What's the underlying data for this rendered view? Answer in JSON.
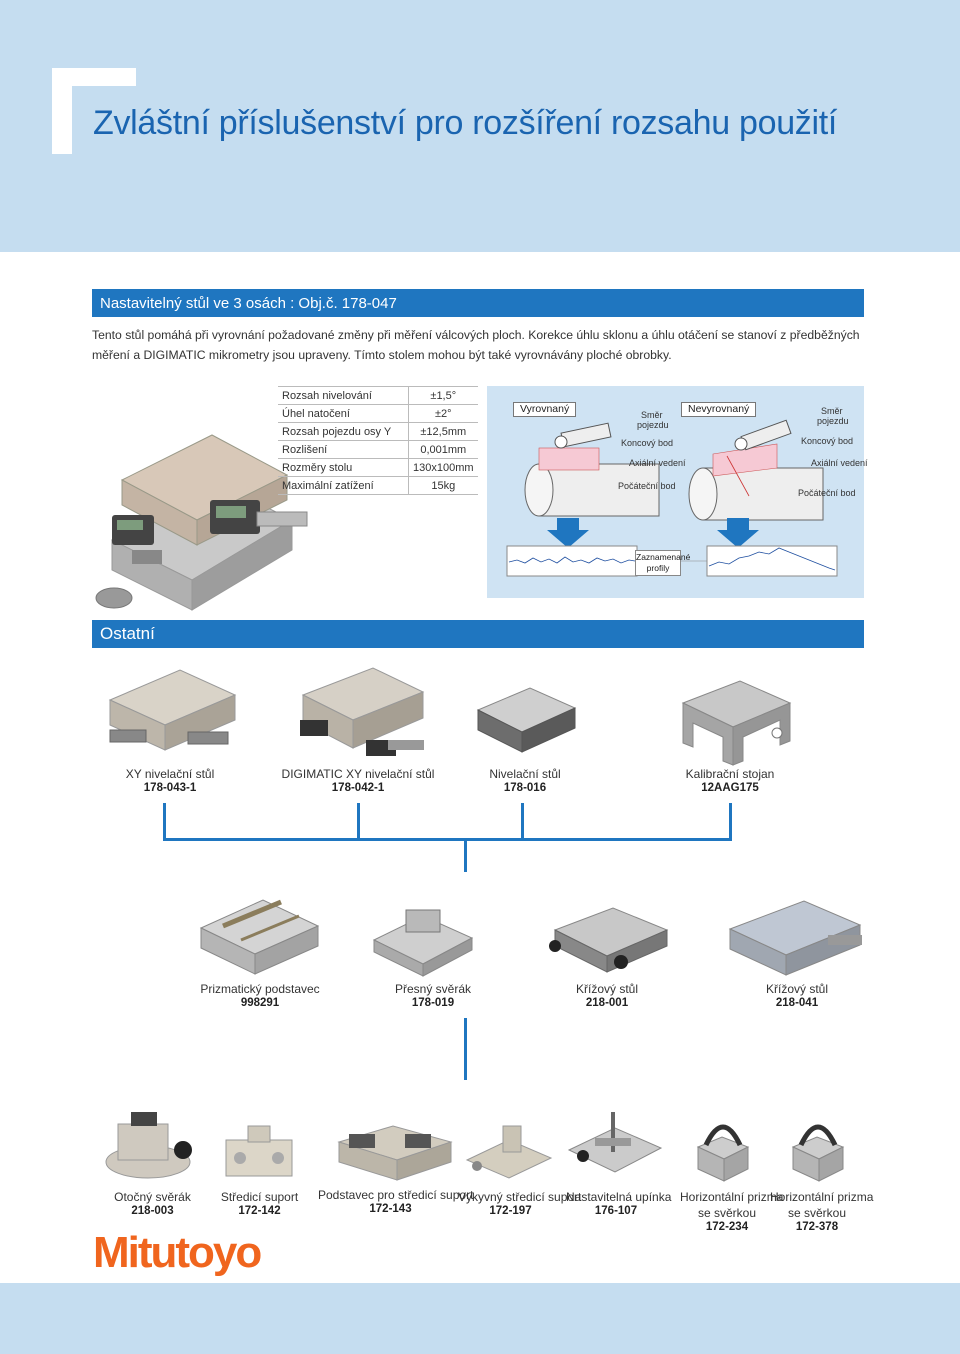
{
  "header": {
    "title": "Zvláštní příslušenství pro rozšíření rozsahu použití"
  },
  "section1": {
    "title": "Nastavitelný stůl ve 3 osách : Obj.č. 178-047",
    "intro": "Tento stůl pomáhá při vyrovnání požadované změny při měření válcových ploch. Korekce úhlu sklonu a úhlu otáčení se stanoví z předběžných měření a DIGIMATIC mikrometry jsou upraveny. Tímto stolem mohou být také vyrovnávány ploché obrobky.",
    "specs": [
      {
        "label": "Rozsah nivelování",
        "value": "±1,5°"
      },
      {
        "label": "Úhel natočení",
        "value": "±2°"
      },
      {
        "label": "Rozsah pojezdu osy Y",
        "value": "±12,5mm"
      },
      {
        "label": "Rozlišení",
        "value": "0,001mm"
      },
      {
        "label": "Rozměry stolu",
        "value": "130x100mm"
      },
      {
        "label": "Maximální zatížení",
        "value": "15kg"
      }
    ],
    "diagram": {
      "left_tag": "Vyrovnaný",
      "right_tag": "Nevyrovnaný",
      "direction_line1": "Směr",
      "direction_line2": "pojezdu",
      "end_point": "Koncový bod",
      "axial_guide": "Axiální vedení",
      "start_point": "Počáteční bod",
      "profiles_line1": "Zaznamenané",
      "profiles_line2": "profily"
    }
  },
  "section2": {
    "title": "Ostatní",
    "row1": [
      {
        "name": "XY nivelační stůl",
        "code": "178-043-1"
      },
      {
        "name": "DIGIMATIC XY nivelační stůl",
        "code": "178-042-1"
      },
      {
        "name": "Nivelační stůl",
        "code": "178-016"
      },
      {
        "name": "Kalibrační stojan",
        "code": "12AAG175"
      }
    ],
    "row2": [
      {
        "name": "Prizmatický podstavec",
        "code": "998291"
      },
      {
        "name": "Přesný svěrák",
        "code": "178-019"
      },
      {
        "name": "Křížový stůl",
        "code": "218-001"
      },
      {
        "name": "Křížový stůl",
        "code": "218-041"
      }
    ],
    "row3": [
      {
        "name": "Otočný svěrák",
        "code": "218-003"
      },
      {
        "name": "Středicí suport",
        "code": "172-142"
      },
      {
        "name": "Podstavec pro středicí suport",
        "code": "172-143"
      },
      {
        "name": "Výkyvný středicí suport",
        "code": "172-197"
      },
      {
        "name": "Nastavitelná upínka",
        "code": "176-107"
      },
      {
        "name_line1": "Horizontální prizma",
        "name_line2": "se svěrkou",
        "code": "172-234"
      },
      {
        "name_line1": "Horizontální prizma",
        "name_line2": "se svěrkou",
        "code": "172-378"
      }
    ]
  },
  "logo": {
    "text": "Mitutoyo"
  },
  "colors": {
    "accent": "#1f76c0",
    "band": "#c5ddf0",
    "logo": "#f0651e"
  }
}
